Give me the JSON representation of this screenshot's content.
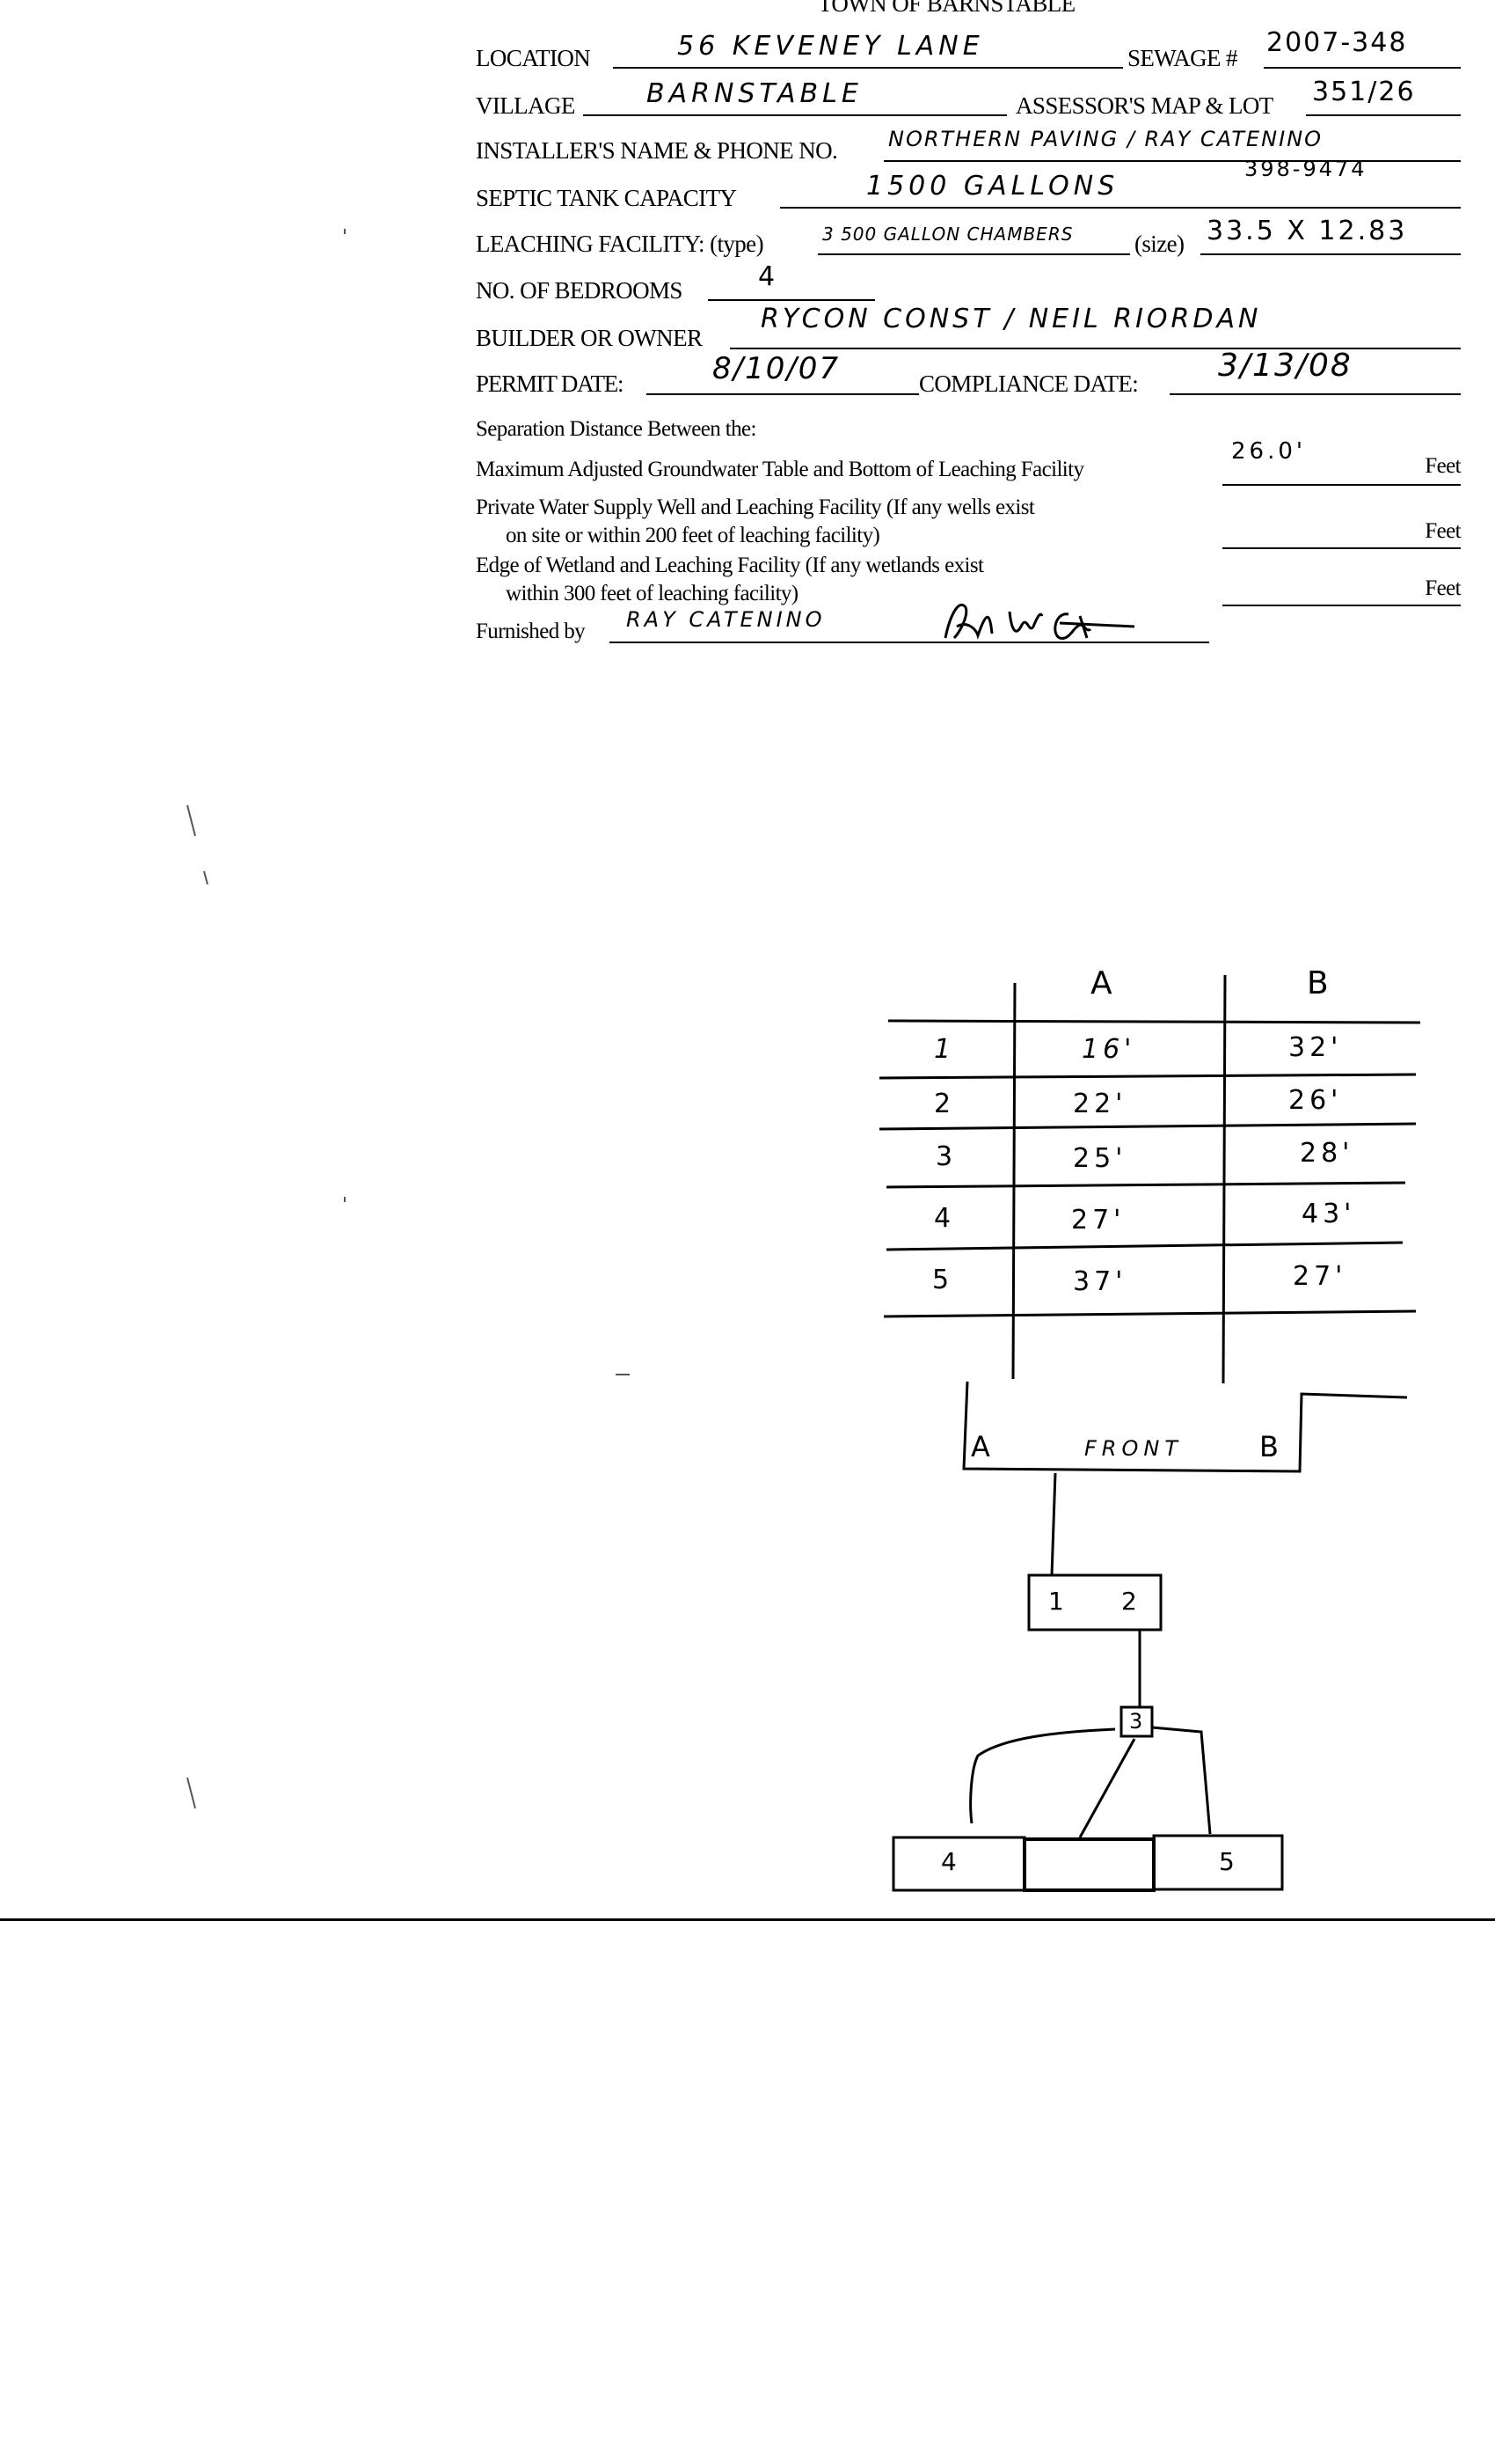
{
  "form": {
    "title": "TOWN OF BARNSTABLE",
    "location_label": "LOCATION",
    "location": "56 Keveney Lane",
    "sewage_label": "SEWAGE #",
    "sewage": "2007-348",
    "village_label": "VILLAGE",
    "village": "Barnstable",
    "map_lot_label": "ASSESSOR'S MAP & LOT",
    "map_lot": "351/26",
    "installer_label": "INSTALLER'S NAME & PHONE NO.",
    "installer": "Northern Paving / Ray Catenino",
    "installer_phone": "398-9474",
    "tank_label": "SEPTIC TANK CAPACITY",
    "tank": "1500 Gallons",
    "leaching_type_label": "LEACHING FACILITY: (type)",
    "leaching_type": "3 500 Gallon Chambers",
    "size_label": "(size)",
    "size": "33.5 x 12.83",
    "bedrooms_label": "NO. OF BEDROOMS",
    "bedrooms": "4",
    "builder_label": "BUILDER OR OWNER",
    "builder": "Rycon Const / Neil Riordan",
    "permit_date_label": "PERMIT DATE:",
    "permit_date": "8/10/07",
    "compliance_date_label": "COMPLIANCE DATE:",
    "compliance_date": "3/13/08"
  },
  "separation": {
    "heading": "Separation Distance Between the:",
    "groundwater_label": "Maximum Adjusted Groundwater Table and Bottom of Leaching Facility",
    "groundwater_value": "26.0'",
    "well_label_1": "Private Water Supply Well and Leaching Facility  (If any wells exist",
    "well_label_2": "on site or within 200 feet of leaching facility)",
    "wetland_label_1": "Edge of Wetland and Leaching Facility (If any wetlands exist",
    "wetland_label_2": "within 300 feet of leaching facility)",
    "unit": "Feet",
    "furnished_label": "Furnished by",
    "furnished_by": "Ray Catenino"
  },
  "ties_table": {
    "headers": [
      "A",
      "B"
    ],
    "rows": [
      {
        "id": "1",
        "a": "16'",
        "b": "32'"
      },
      {
        "id": "2",
        "a": "22'",
        "b": "26'"
      },
      {
        "id": "3",
        "a": "25'",
        "b": "28'"
      },
      {
        "id": "4",
        "a": "27'",
        "b": "43'"
      },
      {
        "id": "5",
        "a": "37'",
        "b": "27'"
      }
    ]
  },
  "diagram": {
    "corner_a": "A",
    "front": "Front",
    "corner_b": "B",
    "tank_1": "1",
    "tank_2": "2",
    "box_3": "3",
    "chamber_4": "4",
    "chamber_5": "5"
  }
}
